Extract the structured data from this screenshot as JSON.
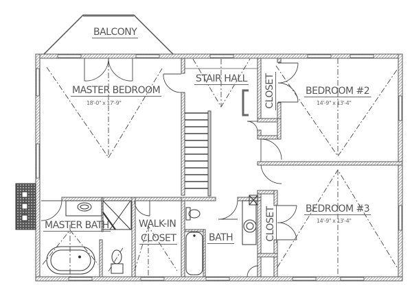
{
  "plan": {
    "type": "floor-plan",
    "view": "second-floor",
    "wall_color": "#555555",
    "hatch_color": "#888888",
    "line_color": "#444444"
  },
  "rooms": {
    "balcony": {
      "label": "BALCONY"
    },
    "master_bedroom": {
      "label": "MASTER BEDROOM",
      "dimensions": "18'-0\" x 17'-9\""
    },
    "stair_hall": {
      "label": "STAIR HALL"
    },
    "closet_upper": {
      "label": "CLOSET"
    },
    "bedroom_2": {
      "label": "BEDROOM #2",
      "dimensions": "14'-9\" x 13'-4\""
    },
    "master_bath": {
      "label": "MASTER BATH"
    },
    "walk_in_closet": {
      "label_line1": "WALK-IN",
      "label_line2": "CLOSET"
    },
    "bath": {
      "label": "BATH"
    },
    "closet_lower": {
      "label": "CLOSET"
    },
    "bedroom_3": {
      "label": "BEDROOM #3",
      "dimensions": "14'-9\" x 13'-4\""
    }
  }
}
